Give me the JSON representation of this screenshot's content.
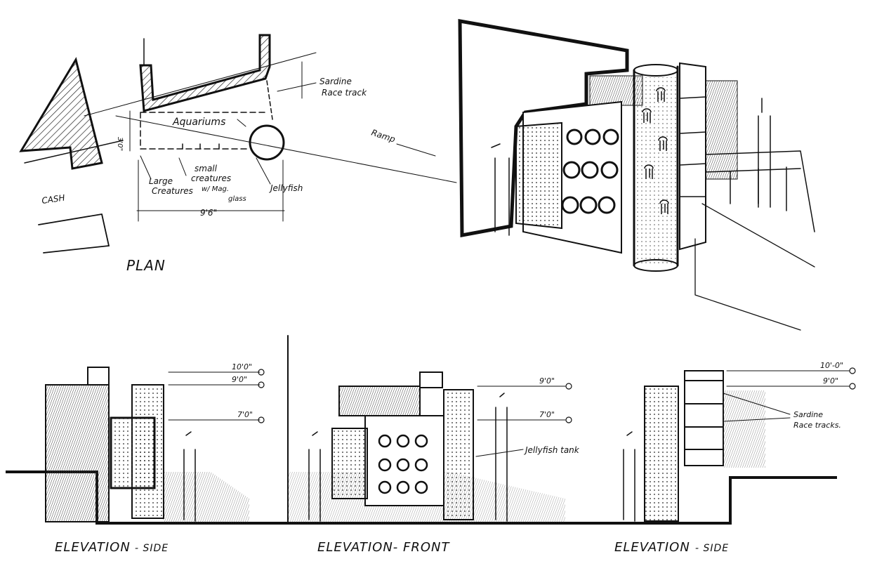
{
  "plan": {
    "title": "PLAN",
    "cash": "CASH",
    "sardine": [
      "Sardine",
      "Race track"
    ],
    "aquariums": "Aquariums",
    "ramp": "Ramp",
    "small_creatures": [
      "small",
      "creatures",
      "w/ Mag.",
      "glass"
    ],
    "large_creatures": [
      "Large",
      "Creatures"
    ],
    "jellyfish": "Jellyfish",
    "dim_depth": "3'0\"",
    "dim_width": "9'6\""
  },
  "elevations": {
    "side_left": {
      "title": "ELEVATION",
      "suffix": "- SIDE",
      "dims": [
        "10'0\"",
        "9'0\"",
        "7'0\""
      ]
    },
    "front": {
      "title": "ELEVATION- FRONT",
      "dims": [
        "9'0\"",
        "7'0\""
      ],
      "jelly_label": "Jellyfish tank"
    },
    "side_right": {
      "title": "ELEVATION",
      "suffix": "- SIDE",
      "dims": [
        "10'-0\"",
        "9'0\""
      ],
      "sardine": [
        "Sardine",
        "Race tracks."
      ]
    }
  }
}
